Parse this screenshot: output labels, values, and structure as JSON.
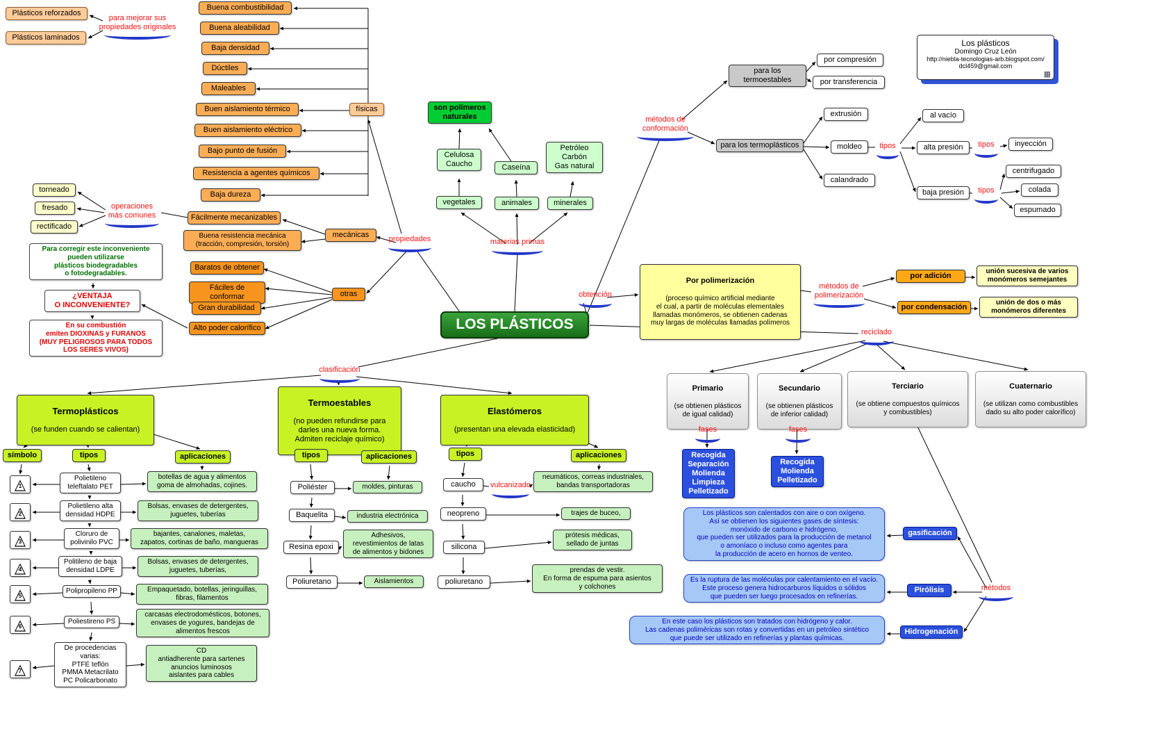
{
  "title": "LOS PLÁSTICOS",
  "infobox": {
    "title": "Los plásticos",
    "author": "Domingo Cruz León",
    "url": "http://niebla-tecnologias-arb.blogspot.com/",
    "email": "dcl459@gmail.com"
  },
  "labels": {
    "mejoras": "para mejorar sus\npropiedades originales",
    "operaciones": "operaciones\nmás comunes",
    "propiedades": "propiedades",
    "materias": "materias primas",
    "conformacion": "métodos de\nconformación",
    "tipos": "tipos",
    "obtencion": "obtención",
    "polimerizacion": "métodos de\npolimerización",
    "reciclado": "reciclado",
    "fases": "fases",
    "metodos": "métodos",
    "clasificacion": "clasificación",
    "vulcanizado": "vulcanizado"
  },
  "mejoras": {
    "reforzados": "Plásticos reforzados",
    "laminados": "Plásticos laminados"
  },
  "fisicas": {
    "header": "físicas",
    "items": [
      "Buena combustibilidad",
      "Buena aleabilidad",
      "Baja densidad",
      "Dúctiles",
      "Maleables",
      "Buen aislamiento térmico",
      "Buen aislamiento eléctrico",
      "Bajo punto de fusión",
      "Resistencia a agentes químicos",
      "Baja dureza"
    ]
  },
  "mecanicas": {
    "header": "mecánicas",
    "mecanizables": "Fácilmente mecanizables",
    "resistencia": "Buena resistencia mecánica\n(tracción, compresión, torsión)",
    "operaciones": [
      "torneado",
      "fresado",
      "rectificado"
    ]
  },
  "otras": {
    "header": "otras",
    "items": [
      "Baratos de obtener",
      "Fáciles de conformar",
      "Gran durabilidad",
      "Alto poder calorífico"
    ]
  },
  "notas": {
    "correccion": "Para corregir este inconveniente\npueden utilizarse\nplásticos biodegradables\no fotodegradables.",
    "ventaja": "¿VENTAJA\nO INCONVENIENTE?",
    "combustion": "En su combustión\nemiten DIOXINAS y FURANOS\n(MUY PELIGROSOS PARA TODOS\nLOS SERES VIVOS)"
  },
  "materias": {
    "polimeros": "son polímeros\nnaturales",
    "celulosa": "Celulosa\nCaucho",
    "caseina": "Caseína",
    "petroleo": "Petróleo\nCarbón\nGas natural",
    "vegetales": "vegetales",
    "animales": "animales",
    "minerales": "minerales"
  },
  "conformacion": {
    "termoestables": "para los\ntermoestables",
    "compresion": "por compresión",
    "transferencia": "por transferencia",
    "termoplasticos": "para los termoplásticos",
    "extrusion": "extrusión",
    "moldeo": "moldeo",
    "calandrado": "calandrado",
    "vacio": "al vacío",
    "alta": "alta presión",
    "baja": "baja presión",
    "inyeccion": "inyección",
    "centrifugado": "centrifugado",
    "colada": "colada",
    "espumado": "espumado"
  },
  "obtencion": {
    "titulo": "Por polimerización",
    "cuerpo": "(proceso químico artificial mediante\nel cual, a partir de moléculas elementales\nllamadas monómeros, se obtienen cadenas\nmuy largas de moléculas llamadas polímeros",
    "adicion": "por adición",
    "condensacion": "por condensación",
    "adicion_def": "unión sucesiva de varios\nmonómeros semejantes",
    "condensacion_def": "unión de dos o más\nmonómeros diferentes"
  },
  "reciclado": {
    "primario_t": "Primario",
    "primario_b": "(se obtienen plásticos\nde igual calidad)",
    "secundario_t": "Secundario",
    "secundario_b": "(se obtienen plásticos\nde inferior calidad)",
    "terciario_t": "Terciario",
    "terciario_b": "(se obtiene compuestos químicos\ny combustibles)",
    "cuaternario_t": "Cuaternario",
    "cuaternario_b": "(se utilizan como combustibles\ndado su alto poder calorífico)",
    "fases1": "Recogida\nSeparación\nMolienda\nLimpieza\nPelletizado",
    "fases2": "Recogida\nMolienda\nPelletizado",
    "gasificacion": "gasificación",
    "gasificacion_txt": "Los plásticos son calentados con aire o con oxígeno.\nAsí se obtienen los siguientes gases de síntesis:\nmonóxido de carbono e hidrógeno,\nque pueden ser utilizados para la producción de metanol\no amoníaco o incluso como agentes para\nla producción de acero en hornos de venteo.",
    "pirolisis": "Pirólisis",
    "pirolisis_txt": "Es la ruptura de las moléculas por calentamiento en el vacío.\nEste proceso genera hidrocarburos líquidos o sólidos\nque pueden ser luego procesados en refinerías.",
    "hidrogenacion": "Hidrogenación",
    "hidrogenacion_txt": "En este caso los plásticos son tratados con hidrógeno y calor.\nLas cadenas poliméricas son rotas y convertidas en un petróleo sintético\nque puede ser utilizado en refinerías y plantas químicas."
  },
  "clasif": {
    "termoplasticos_t": "Termoplásticos",
    "termoplasticos_b": "(se funden cuando se calientan)",
    "termoestables_t": "Termoestables",
    "termoestables_b": "(no pueden refundirse para\ndarles una nueva forma.\nAdmiten reciclaje químico)",
    "elastomeros_t": "Elastómeros",
    "elastomeros_b": "(presentan una elevada elasticidad)"
  },
  "termop": {
    "h_simbolo": "símbolo",
    "h_tipos": "tipos",
    "h_aplicaciones": "aplicaciones",
    "simbolos": [
      "1",
      "2",
      "3",
      "4",
      "5",
      "6",
      "7"
    ],
    "tipos": [
      "Polietileno\nteleftalato PET",
      "Polietileno alta\ndensidad HDPE",
      "Cloruro de\npolivinilo PVC",
      "Politileno de baja\ndensidad LDPE",
      "Polipropileno PP",
      "Poliestireno PS",
      "De procedencias\nvarias:\nPTFE teflón\nPMMA Metacrilato\nPC Policarbonato"
    ],
    "apps": [
      "botellas de agua y alimentos\ngoma de almohadas, cojines.",
      "Bolsas, envases de detergentes,\njuguetes, tuberías",
      "bajantes, canalones, maletas,\nzapatos, cortinas de baño, mangueras",
      "Bolsas, envases de detergentes,\njuguetes, tuberías,",
      "Empaquetado, botellas, jeringuillas,\nfibras, filamentos",
      "carcasas electrodomésticos, botones,\nenvases de yogures, bandejas de\nalimentos frescos",
      "CD\nantiadherente para sartenes\nanuncios luminosos\naislantes para cables"
    ]
  },
  "termoe": {
    "h_tipos": "tipos",
    "h_aplicaciones": "aplicaciones",
    "tipos": [
      "Poliéster",
      "Baquelita",
      "Resina epoxi",
      "Poliuretano"
    ],
    "apps": [
      "moldes, pinturas",
      "industria electrónica",
      "Adhesivos,\nrevestimientos de latas\nde alimentos y bidones",
      "Aislamientos"
    ]
  },
  "elast": {
    "h_tipos": "tipos",
    "h_aplicaciones": "aplicaciones",
    "tipos": [
      "caucho",
      "neopreno",
      "silicona",
      "poliuretano"
    ],
    "apps": [
      "neumáticos, correas industriales,\nbandas transportadoras",
      "trajes de buceo,",
      "prótesis médicas,\nsellado de juntas",
      "prendas de vestir.\nEn forma de espuma para asientos\ny colchones"
    ]
  }
}
